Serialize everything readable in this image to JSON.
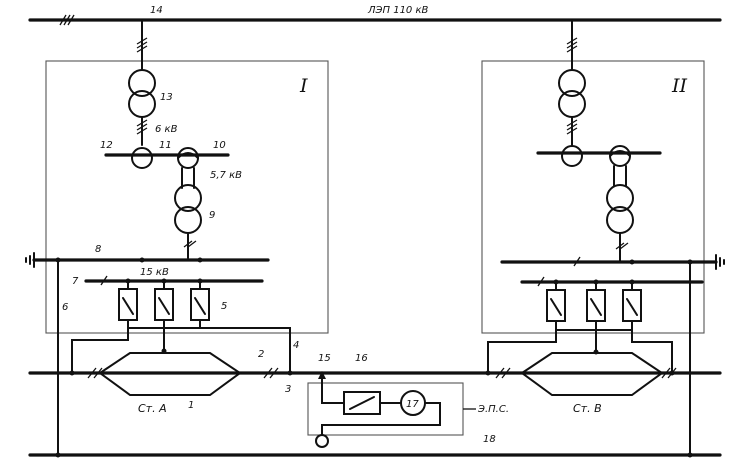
{
  "line_title": "ЛЭП 110 кВ",
  "substation_I": "I",
  "substation_II": "II",
  "station_a": "Ст. А",
  "station_b": "Ст. В",
  "eps": "Э.П.С.",
  "voltage_6kv": "6 кВ",
  "voltage_57kv": "5,7 кВ",
  "voltage_15kv": "15 кВ",
  "motor_label": "17",
  "numbers": {
    "n1": "1",
    "n2": "2",
    "n3": "3",
    "n4": "4",
    "n5": "5",
    "n6": "6",
    "n7": "7",
    "n8": "8",
    "n9": "9",
    "n10": "10",
    "n11": "11",
    "n12": "12",
    "n13": "13",
    "n14": "14",
    "n15": "15",
    "n16": "16",
    "n18": "18"
  }
}
